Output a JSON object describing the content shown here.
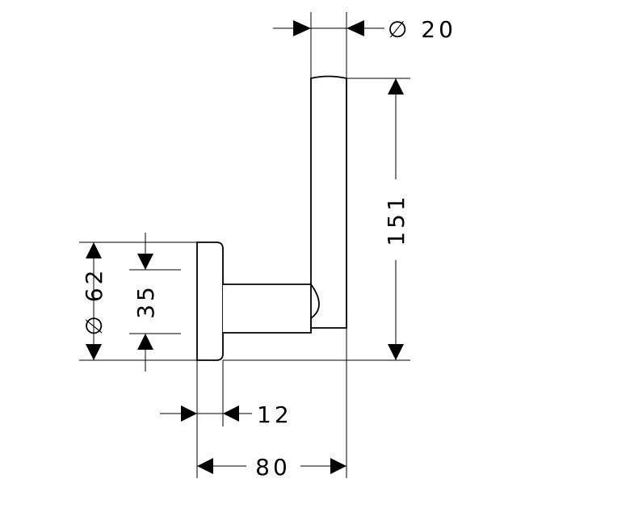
{
  "dimensions": {
    "top_diameter": "∅ 20",
    "height": "151",
    "rosette_diameter": "∅ 62",
    "inner_height": "35",
    "rosette_depth": "12",
    "total_depth": "80"
  }
}
